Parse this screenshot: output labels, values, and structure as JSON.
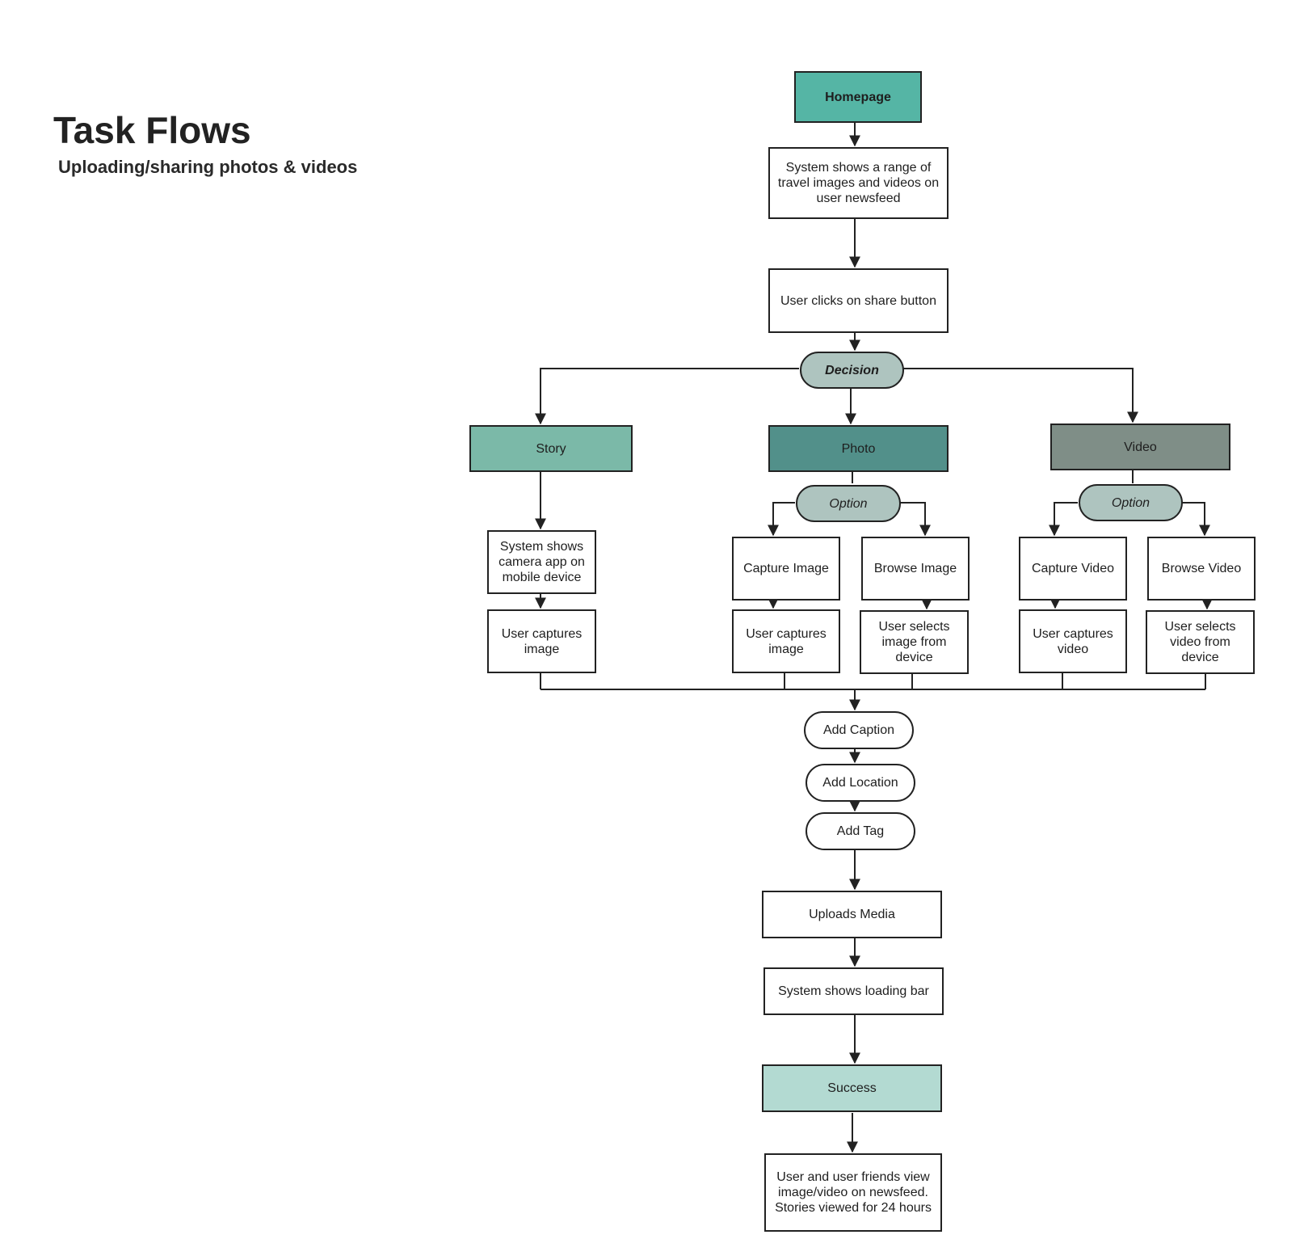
{
  "title": "Task Flows",
  "subtitle": "Uploading/sharing photos & videos",
  "colors": {
    "homepage": "#55b5a5",
    "story": "#7bb9a8",
    "photo": "#52908a",
    "video": "#7f8e87",
    "decision": "#aec4bf",
    "success": "#b3dad2",
    "line": "#222222"
  },
  "nodes": {
    "homepage": "Homepage",
    "newsfeed": "System shows a range of travel images and videos on user newsfeed",
    "share": "User clicks on share button",
    "decision": "Decision",
    "story": "Story",
    "photo": "Photo",
    "video": "Video",
    "photo_option": "Option",
    "video_option": "Option",
    "camera_app": "System shows camera app on mobile device",
    "story_capture": "User captures image",
    "capture_image": "Capture Image",
    "browse_image": "Browse Image",
    "photo_capture": "User captures image",
    "photo_select": "User selects image from device",
    "capture_video": "Capture Video",
    "browse_video": "Browse Video",
    "video_capture": "User captures video",
    "video_select": "User selects video from device",
    "add_caption": "Add Caption",
    "add_location": "Add Location",
    "add_tag": "Add Tag",
    "uploads": "Uploads Media",
    "loading": "System shows loading bar",
    "success": "Success",
    "final": "User and user friends view image/video on newsfeed. Stories viewed for 24 hours"
  }
}
